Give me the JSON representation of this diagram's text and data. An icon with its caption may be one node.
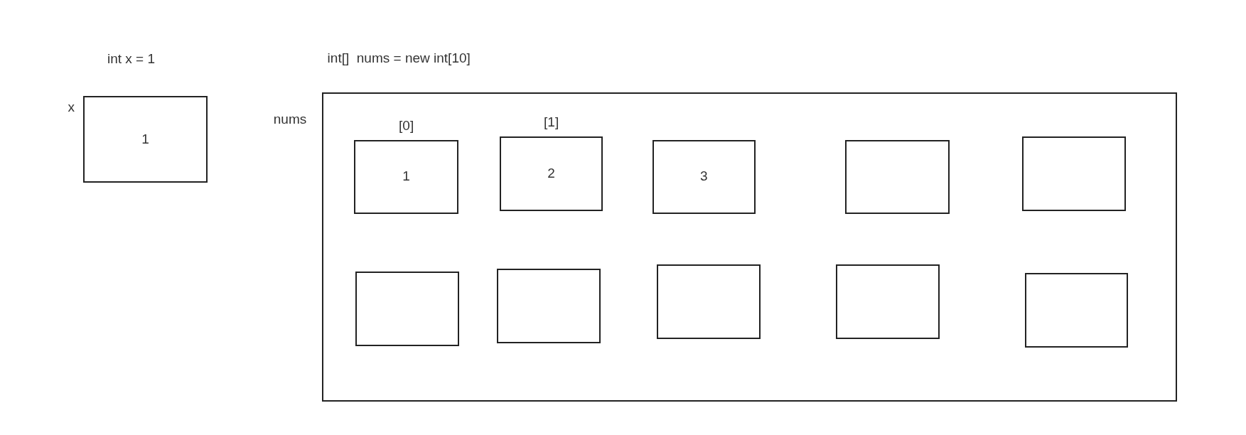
{
  "diagram": {
    "nodes": [
      {
        "text": [
          "1"
        ],
        "beside": [
          "x"
        ]
      },
      {
        "text": [
          "nums"
        ]
      },
      {
        "text": [
          "[0]",
          "1"
        ],
        "in": 1
      },
      {
        "text": [
          "[1]",
          "2"
        ],
        "in": 1
      },
      {
        "text": [
          "3"
        ],
        "in": 1
      },
      {
        "text": [],
        "shape": "box",
        "in": 1
      },
      {
        "text": [],
        "shape": "box",
        "in": 1
      },
      {
        "text": [],
        "shape": "box",
        "in": 1
      },
      {
        "text": [],
        "shape": "box",
        "in": 1
      },
      {
        "text": [],
        "shape": "box",
        "in": 1
      },
      {
        "text": [],
        "shape": "box",
        "in": 1
      },
      {
        "text": [],
        "shape": "box",
        "in": 1
      }
    ],
    "labels": [
      "int x = 1",
      "int[]  nums = new int[10]"
    ]
  }
}
